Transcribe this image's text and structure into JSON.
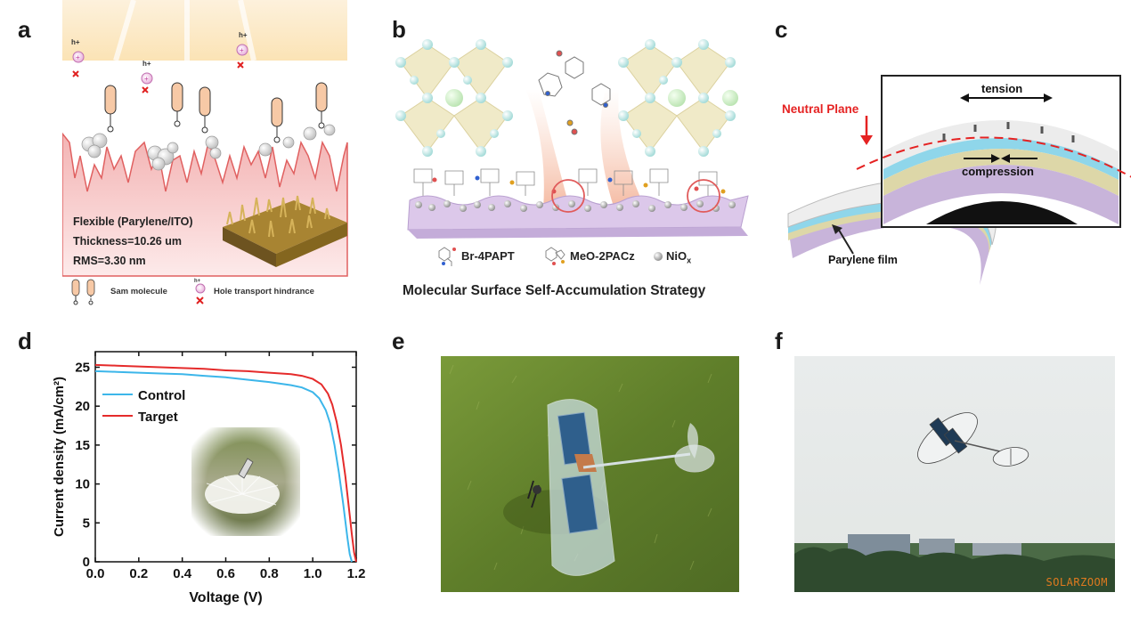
{
  "figure": {
    "panel_labels": [
      "a",
      "b",
      "c",
      "d",
      "e",
      "f"
    ]
  },
  "panel_a": {
    "hole_labels": [
      "h+",
      "h+",
      "h+"
    ],
    "substrate_text": {
      "line1": "Flexible (Parylene/ITO)",
      "line2": "Thickness=10.26 um",
      "line3": "RMS=3.30 nm"
    },
    "legend": {
      "sam_molecule": "Sam molecule",
      "hole_transport_hindrance": "Hole transport hindrance",
      "hole_symbol": "h+"
    },
    "colors": {
      "surface_fill": "#f6c9c9",
      "surface_line": "#e06060",
      "top_glow": "#fbe6bf",
      "molecule_head": "#f7c9a6",
      "cross": "#e02020"
    }
  },
  "panel_b": {
    "legend": [
      {
        "label": "Br-4PAPT",
        "icon": "molecule-icon"
      },
      {
        "label": "MeO-2PACz",
        "icon": "molecule-icon"
      },
      {
        "label": "NiO",
        "subscript": "x",
        "icon": "sphere-icon"
      }
    ],
    "caption": "Molecular Surface Self-Accumulation Strategy",
    "colors": {
      "octahedron": "#efe8c3",
      "sphere": "#c7ecea",
      "center_sphere": "#cfeec4",
      "substrate": "#dcc8ea",
      "highlight_circle": "#e05b5b"
    }
  },
  "panel_c": {
    "neutral_plane_label": "Neutral Plane",
    "tension_label": "tension",
    "compression_label": "compression",
    "film_label": "Parylene film",
    "colors": {
      "neutral_plane": "#e52222",
      "layer_blue": "#8fd6ea",
      "layer_tan": "#ddd7a8",
      "layer_purple": "#c8b4da"
    }
  },
  "panel_d": {
    "chart_data": {
      "type": "line",
      "title": "",
      "xlabel": "Voltage (V)",
      "ylabel": "Current density (mA/cm²)",
      "xlim": [
        0.0,
        1.2
      ],
      "ylim": [
        0,
        27
      ],
      "xticks": [
        "0.0",
        "0.2",
        "0.4",
        "0.6",
        "0.8",
        "1.0",
        "1.2"
      ],
      "yticks": [
        "0",
        "5",
        "10",
        "15",
        "20",
        "25"
      ],
      "grid": false,
      "legend_position": "top-left",
      "series": [
        {
          "name": "Control",
          "color": "#3cb6ea",
          "x": [
            0.0,
            0.1,
            0.2,
            0.3,
            0.4,
            0.5,
            0.6,
            0.7,
            0.8,
            0.9,
            0.95,
            1.0,
            1.03,
            1.06,
            1.08,
            1.1,
            1.12,
            1.14,
            1.16,
            1.17,
            1.18
          ],
          "y": [
            24.5,
            24.4,
            24.3,
            24.2,
            24.1,
            23.9,
            23.7,
            23.4,
            23.1,
            22.7,
            22.4,
            21.8,
            21.0,
            19.5,
            17.8,
            15.0,
            11.5,
            7.5,
            3.0,
            1.0,
            0.0
          ]
        },
        {
          "name": "Target",
          "color": "#e52b2b",
          "x": [
            0.0,
            0.1,
            0.2,
            0.3,
            0.4,
            0.5,
            0.6,
            0.7,
            0.8,
            0.9,
            0.95,
            1.0,
            1.04,
            1.07,
            1.09,
            1.11,
            1.13,
            1.15,
            1.17,
            1.18,
            1.19,
            1.2
          ],
          "y": [
            25.3,
            25.2,
            25.1,
            25.0,
            24.9,
            24.8,
            24.6,
            24.5,
            24.3,
            24.1,
            23.9,
            23.5,
            22.8,
            21.6,
            20.2,
            18.0,
            15.0,
            11.0,
            6.0,
            3.5,
            1.2,
            0.0
          ]
        }
      ],
      "inset": "dandelion-photo"
    }
  },
  "panel_e": {
    "description": "solar-powered model aircraft on grass"
  },
  "panel_f": {
    "description": "solar aircraft in flight",
    "watermark": "SOLARZOOM"
  }
}
